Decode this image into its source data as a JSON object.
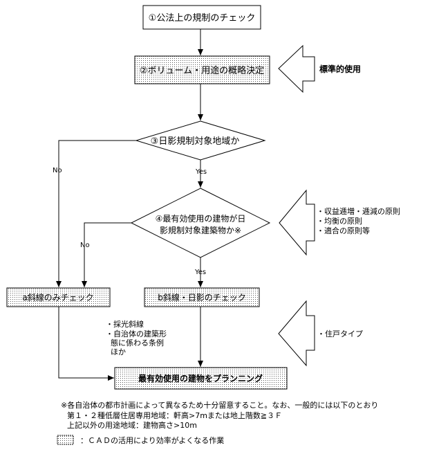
{
  "steps": {
    "s1": "①公法上の規制のチェック",
    "s2": "②ボリューム・用途の概略決定",
    "s3": "③日影規制対象地域か",
    "s4_line1": "④最有効使用の建物が日",
    "s4_line2": "影規制対象建築物か※",
    "a": "a斜線のみチェック",
    "b": "b斜線・日影のチェック",
    "final": "最有効使用の建物をプランニング"
  },
  "branches": {
    "yes": "Yes",
    "no": "No"
  },
  "side_labels": {
    "standard_use": "標準的使用",
    "principles": [
      "・収益逓増・逓減の原則",
      "・均衡の原則",
      "・適合の原則等"
    ],
    "housing_type": "・住戸タイプ",
    "notes_a": [
      "・採光斜線",
      "・自治体の建築形",
      "態に係わる条例",
      "ほか"
    ]
  },
  "footnote": {
    "line1": "※各自治体の都市計画によって異なるため十分留意すること。なお、一般的には以下のとおり",
    "line2": "第１・２種低層住居専用地域：軒高>7mまたは地上階数≧３Ｆ",
    "line3": "上記以外の用途地域：建物高さ>10m"
  },
  "legend": {
    "label": "：ＣＡＤの活用により効率がよくなる作業"
  },
  "colors": {
    "line": "#000000",
    "fill": "#ffffff",
    "dot": "#555555"
  }
}
